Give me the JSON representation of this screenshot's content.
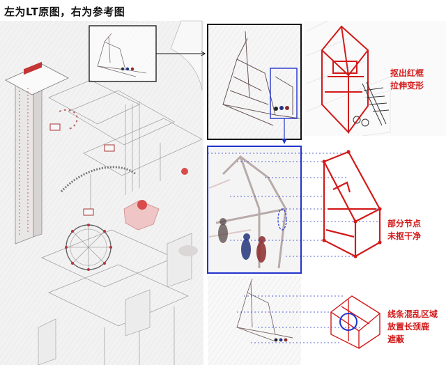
{
  "heading": "左为LT原图，右为参考图",
  "notes": [
    {
      "lines": "抠出红框\n拉伸变形"
    },
    {
      "lines": "部分节点\n未抠干净"
    },
    {
      "lines": "线条混乱区域\n放置长颈鹿\n遮蔽"
    }
  ],
  "colors": {
    "annotation_red": "#d21a1a",
    "frame_blue": "#2233cc",
    "frame_black": "#111111"
  }
}
